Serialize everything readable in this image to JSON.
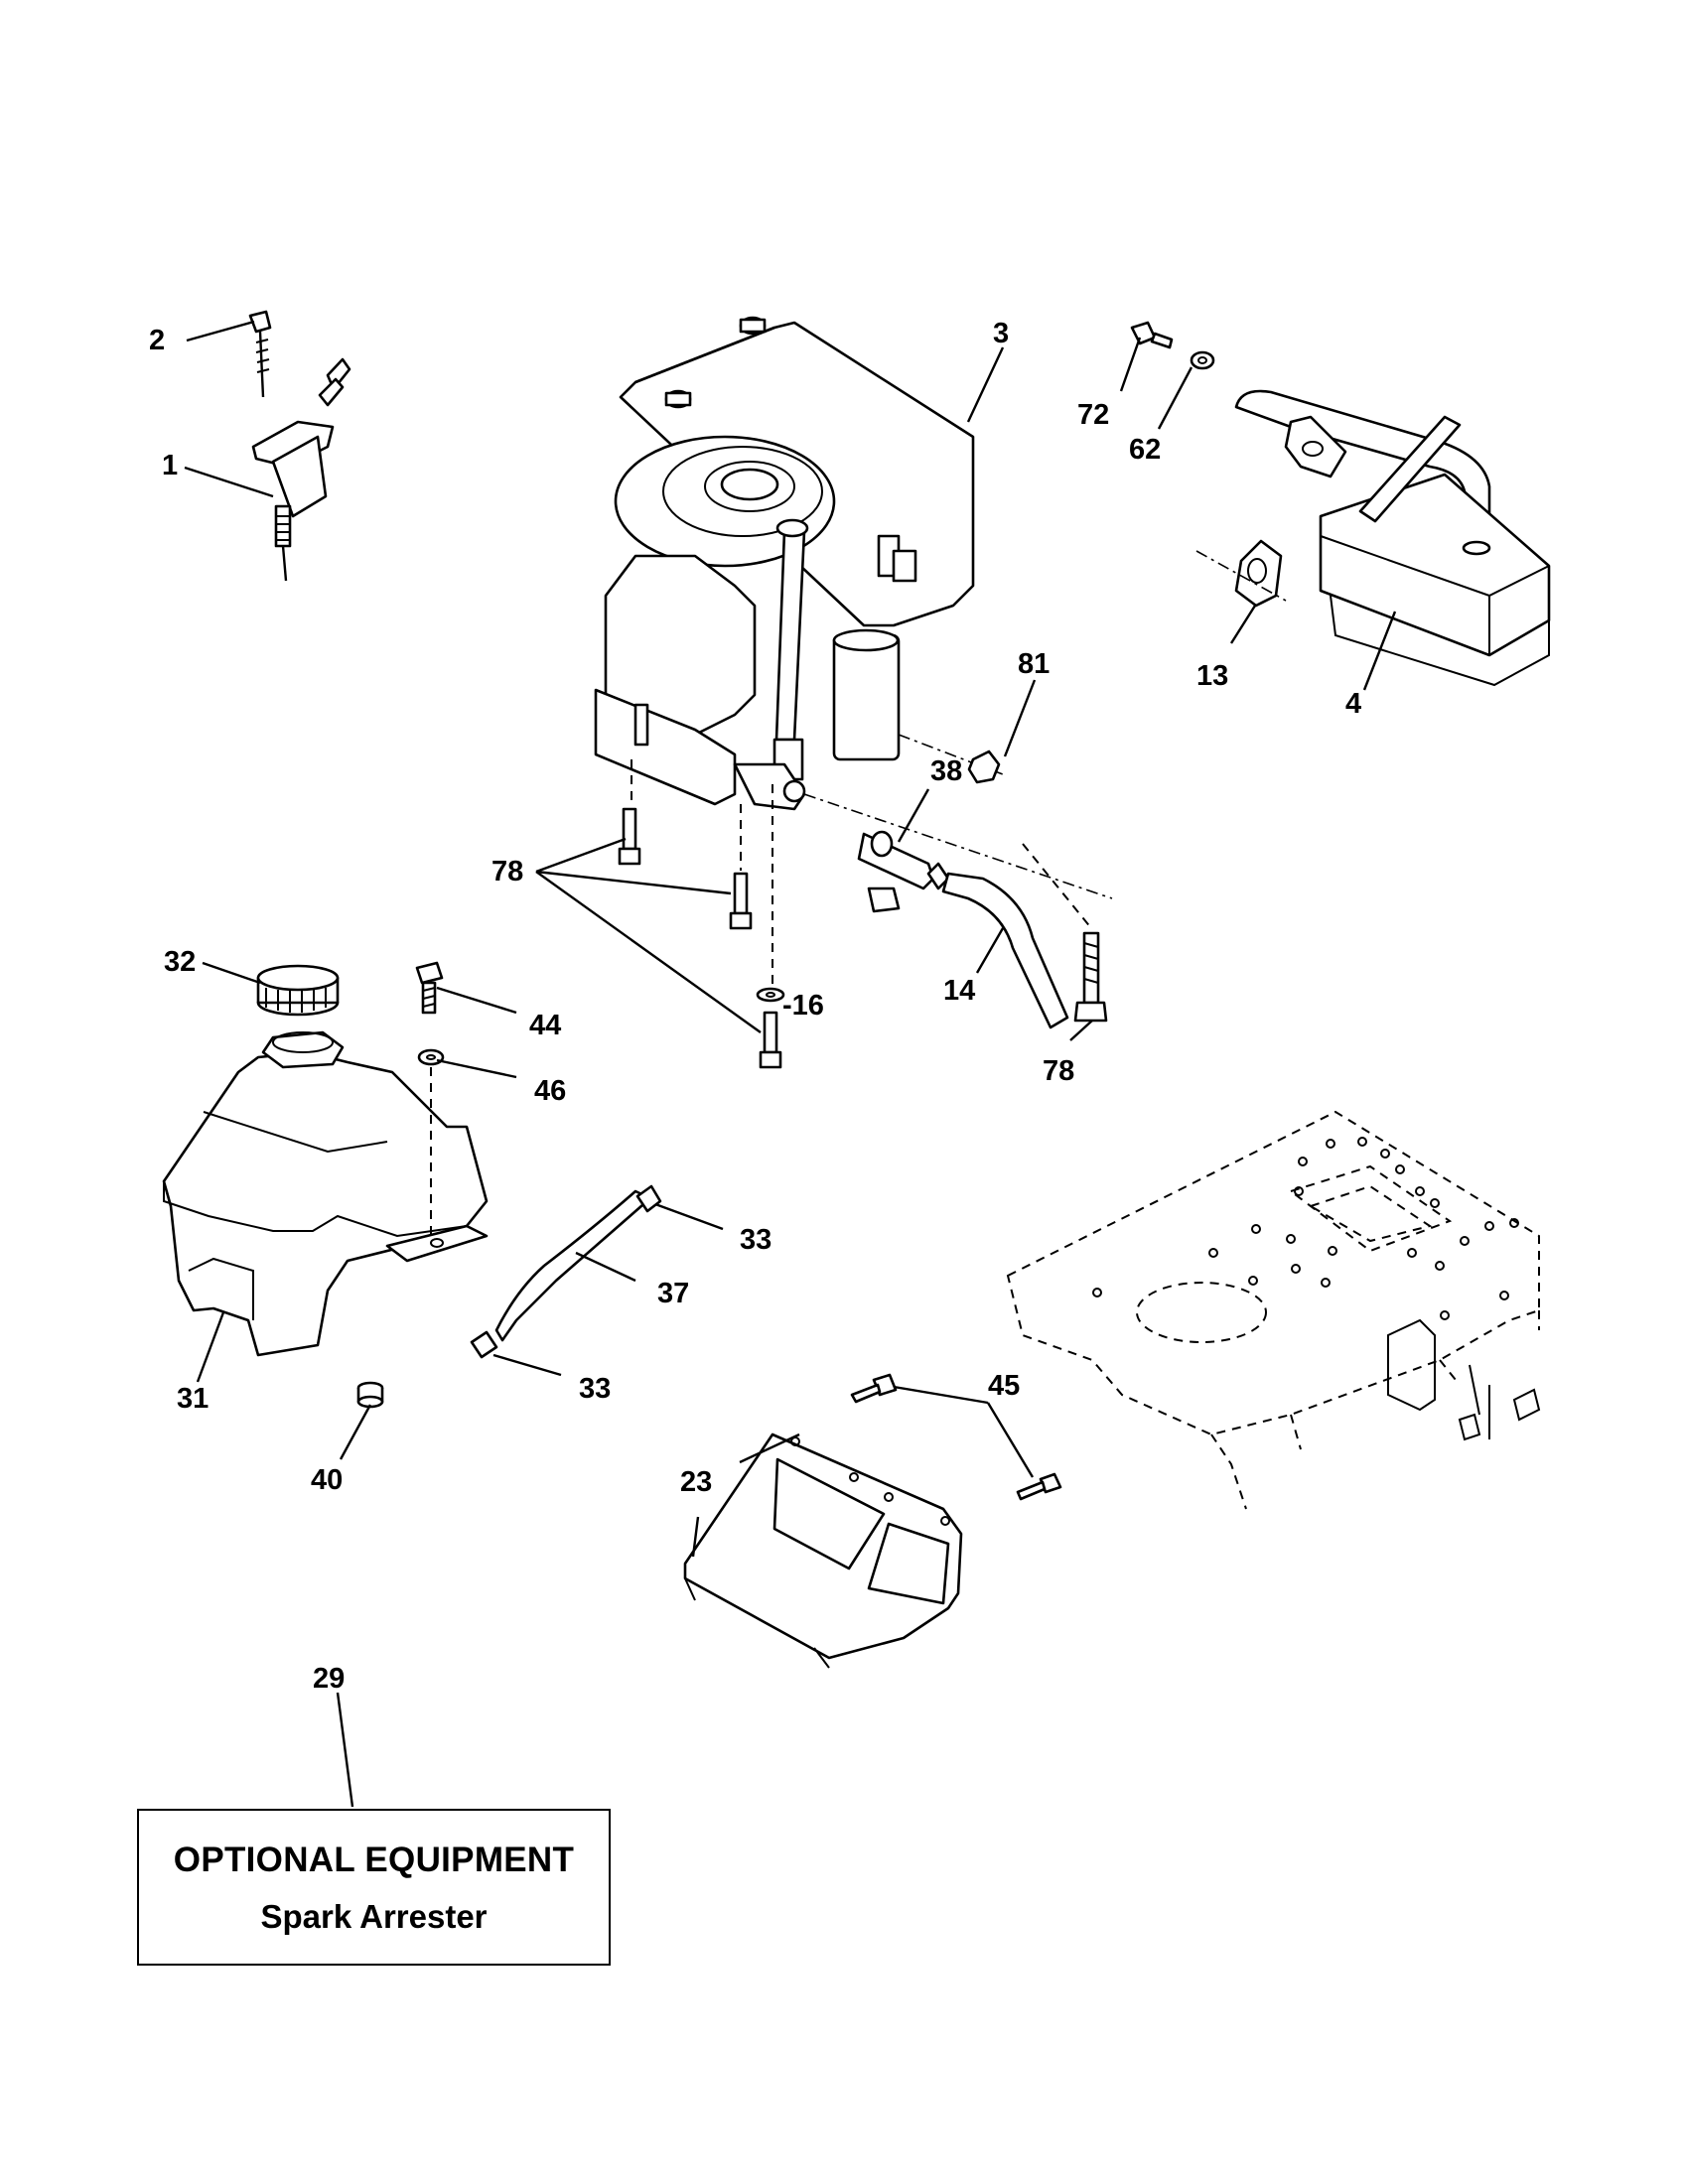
{
  "callouts": {
    "c1": "1",
    "c2": "2",
    "c3": "3",
    "c4": "4",
    "c13": "13",
    "c14": "14",
    "c16": "-16",
    "c23": "23",
    "c29": "29",
    "c31": "31",
    "c32": "32",
    "c33a": "33",
    "c33b": "33",
    "c37": "37",
    "c38": "38",
    "c40": "40",
    "c44": "44",
    "c45": "45",
    "c46": "46",
    "c62": "62",
    "c72": "72",
    "c78a": "78",
    "c78b": "78",
    "c81": "81"
  },
  "optional_box": {
    "title": "OPTIONAL EQUIPMENT",
    "subtitle": "Spark Arrester"
  }
}
